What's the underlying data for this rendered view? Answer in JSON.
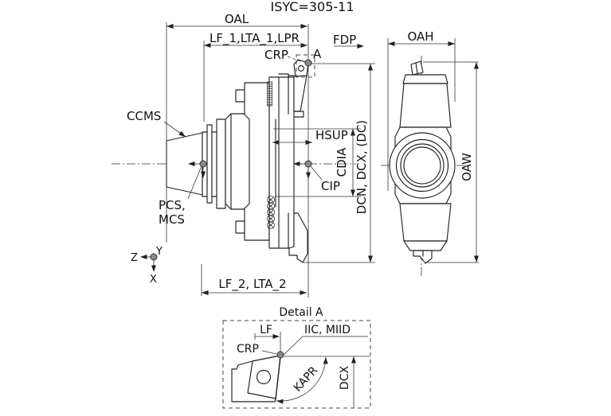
{
  "title": "ISYC=305-11",
  "main_view": {
    "dim_oal": "OAL",
    "dim_lf1": "LF_1,LTA_1,LPR",
    "dim_fdp": "FDP",
    "dim_lf2": "LF_2, LTA_2",
    "dim_hsup": "HSUP",
    "dim_cdia": "CDIA",
    "dim_dcn": "DCN, DCX, (DC)",
    "label_ccms": "CCMS",
    "label_crp": "CRP",
    "label_a": "A",
    "label_pcs": "PCS,",
    "label_mcs": "MCS",
    "label_cip": "CIP",
    "axis_z": "Z",
    "axis_y": "Y",
    "axis_x": "X"
  },
  "end_view": {
    "dim_oah": "OAH",
    "dim_oaw": "OAW"
  },
  "detail_view": {
    "title": "Detail A",
    "dim_lf": "LF",
    "label_iic": "IIC, MIID",
    "label_crp": "CRP",
    "dim_kapr": "KAPR",
    "dim_dcx": "DCX"
  },
  "colors": {
    "line": "#1f1f1f",
    "point_fill": "#8a8a8a",
    "background": "#ffffff"
  }
}
